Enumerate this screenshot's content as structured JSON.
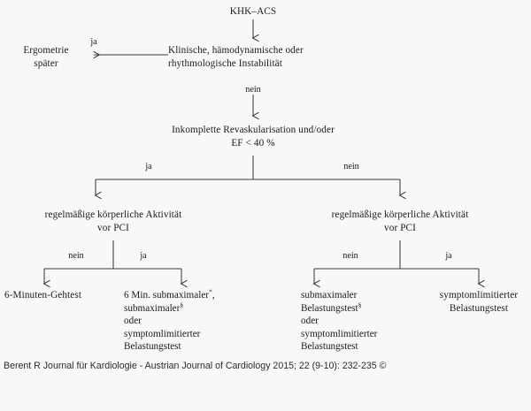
{
  "diagram": {
    "title": "KHK–ACS",
    "background_color": "#f8f8f6",
    "line_color": "#3a3a3a",
    "text_color": "#1a1a1a",
    "nodes": {
      "root": "KHK–ACS",
      "instability": "Klinische, hämodynamische oder\nrhythmologische Instabilität",
      "ergometrie": "Ergometrie\nspäter",
      "revaskularisation": "Inkomplette Revaskularisation und/oder\nEF < 40 %",
      "activity_left": "regelmäßige körperliche Aktivität\nvor PCI",
      "activity_right": "regelmäßige körperliche Aktivität\nvor PCI",
      "leaf_1": "6-Minuten-Gehtest",
      "leaf_4": "symptomlimitierter\nBelastungstest"
    },
    "leaf_2_lines": [
      {
        "text": "6 Min. submaximaler",
        "sup": "*",
        "tail": ","
      },
      {
        "text": "submaximaler",
        "sup": "§",
        "tail": ""
      },
      {
        "text": "oder",
        "sup": "",
        "tail": ""
      },
      {
        "text": "symptomlimitierter",
        "sup": "",
        "tail": ""
      },
      {
        "text": "Belastungstest",
        "sup": "",
        "tail": ""
      }
    ],
    "leaf_3_lines": [
      {
        "text": "submaximaler",
        "sup": "",
        "tail": ""
      },
      {
        "text": "Belastungstest",
        "sup": "§",
        "tail": ""
      },
      {
        "text": "oder",
        "sup": "",
        "tail": ""
      },
      {
        "text": "symptomlimitierter",
        "sup": "",
        "tail": ""
      },
      {
        "text": "Belastungstest",
        "sup": "",
        "tail": ""
      }
    ],
    "edge_labels": {
      "instability_yes": "ja",
      "instability_no": "nein",
      "revask_yes": "ja",
      "revask_no": "nein",
      "left_no": "nein",
      "left_yes": "ja",
      "right_no": "nein",
      "right_yes": "ja"
    }
  },
  "footer": {
    "citation": "Berent R Journal für Kardiologie - Austrian Journal of Cardiology 2015; 22 (9-10): 232-235 ©"
  }
}
